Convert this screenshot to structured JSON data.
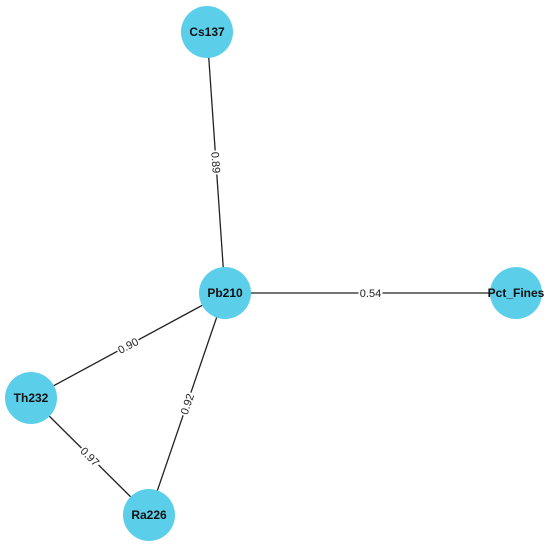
{
  "network": {
    "colors": {
      "node_fill": "#5bcfea",
      "edge_stroke": "#222222",
      "text": "#111111"
    },
    "nodes": [
      {
        "id": "Cs137",
        "label": "Cs137"
      },
      {
        "id": "Pb210",
        "label": "Pb210"
      },
      {
        "id": "Pct_Fines",
        "label": "Pct_Fines"
      },
      {
        "id": "Th232",
        "label": "Th232"
      },
      {
        "id": "Ra226",
        "label": "Ra226"
      }
    ],
    "edges": [
      {
        "source": "Cs137",
        "target": "Pb210",
        "weight": "0.89"
      },
      {
        "source": "Pb210",
        "target": "Pct_Fines",
        "weight": "0.54"
      },
      {
        "source": "Pb210",
        "target": "Th232",
        "weight": "0.90"
      },
      {
        "source": "Pb210",
        "target": "Ra226",
        "weight": "0.92"
      },
      {
        "source": "Th232",
        "target": "Ra226",
        "weight": "0.97"
      }
    ]
  }
}
